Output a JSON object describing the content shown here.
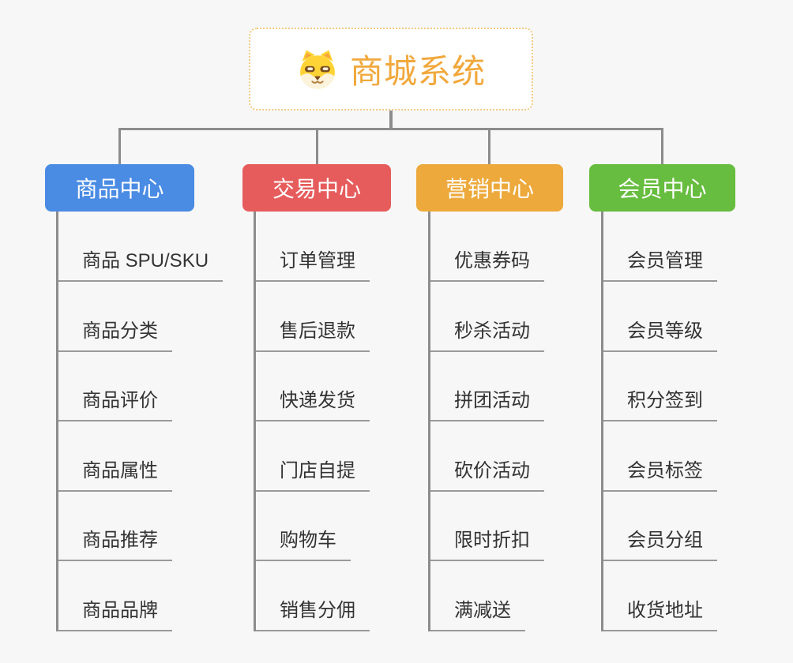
{
  "page": {
    "background_color": "#f7f7f7",
    "connector_color": "#8c8c8c",
    "underline_color": "#9a9a9a",
    "item_text_color": "#333333"
  },
  "root": {
    "title": "商城系统",
    "icon": "dog-face-icon",
    "accent_color": "#f1a83c",
    "border_color": "#f3c983"
  },
  "branches": [
    {
      "label": "商品中心",
      "color": "#4a8be4",
      "items": [
        "商品 SPU/SKU",
        "商品分类",
        "商品评价",
        "商品属性",
        "商品推荐",
        "商品品牌"
      ]
    },
    {
      "label": "交易中心",
      "color": "#e65c5c",
      "items": [
        "订单管理",
        "售后退款",
        "快递发货",
        "门店自提",
        "购物车",
        "销售分佣"
      ]
    },
    {
      "label": "营销中心",
      "color": "#eda93c",
      "items": [
        "优惠券码",
        "秒杀活动",
        "拼团活动",
        "砍价活动",
        "限时折扣",
        "满减送"
      ]
    },
    {
      "label": "会员中心",
      "color": "#67bd3f",
      "items": [
        "会员管理",
        "会员等级",
        "积分签到",
        "会员标签",
        "会员分组",
        "收货地址"
      ]
    }
  ]
}
